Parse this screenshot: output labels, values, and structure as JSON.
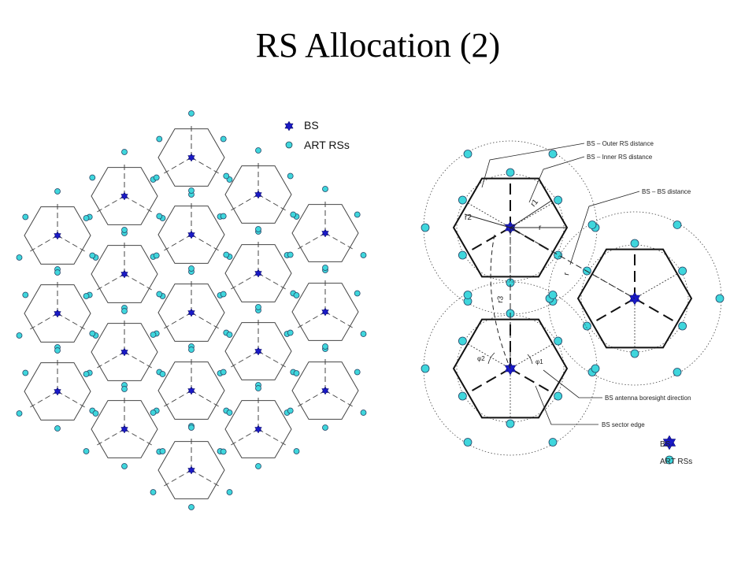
{
  "title": "RS Allocation (2)",
  "left_legend": {
    "bs_label": "BS",
    "rs_label": "ART RSs"
  },
  "right_legend": {
    "bs_label": "BS",
    "rs_label": "ART RSs"
  },
  "annotations": {
    "outer_rs_distance": "BS – Outer RS distance",
    "inner_rs_distance": "BS – Inner RS distance",
    "bs_bs_distance": "BS – BS distance",
    "boresight": "BS antenna boresight direction",
    "sector_edge": "BS sector edge"
  },
  "geometry_labels": {
    "r": "r",
    "r1": "r1",
    "r2": "r2",
    "r3": "r3",
    "phi1": "φ1",
    "phi2": "φ2"
  },
  "colors": {
    "bs_star": "#1a1ac8",
    "rs_fill": "#3fd6dc",
    "line": "#333333"
  },
  "icons": {
    "bs": "star-of-david-icon",
    "rs": "circle-icon"
  }
}
